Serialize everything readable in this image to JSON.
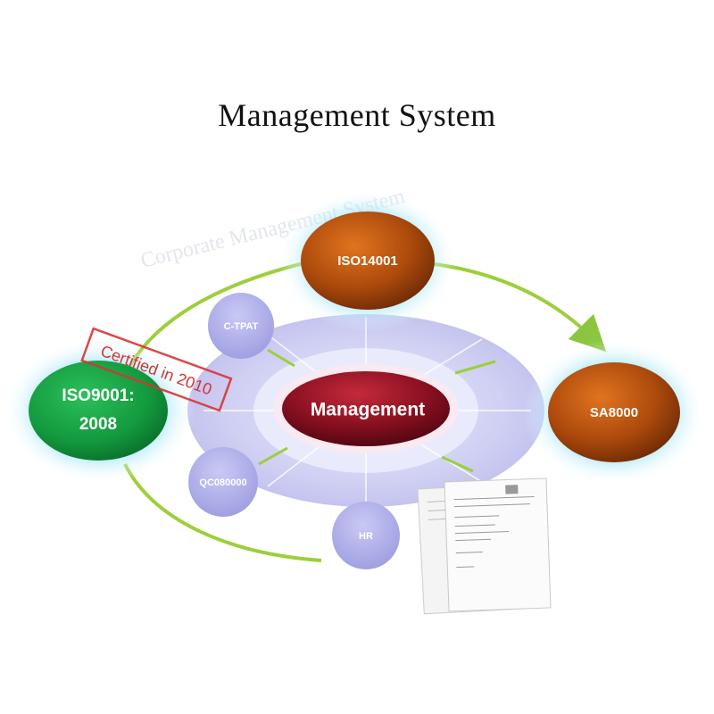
{
  "title": "Management System",
  "watermark": "Corporate Management System",
  "center": "Management",
  "nodes": {
    "iso14001": "ISO14001",
    "iso9001_line1": "ISO9001:",
    "iso9001_line2": "2008",
    "sa8000": "SA8000",
    "ctpat": "C-TPAT",
    "qc080000": "QC080000",
    "hr": "HR"
  },
  "stamp": "Certified in 2010",
  "colors": {
    "orange_node": "#a8490c",
    "green_node": "#13963d",
    "center_node": "#8a1020",
    "small_node": "#b3b3ec",
    "ellipse": "#c9c9f3",
    "arrow": "#9ccf3a",
    "glow": "#8fe0f5",
    "stamp": "#d83434"
  }
}
